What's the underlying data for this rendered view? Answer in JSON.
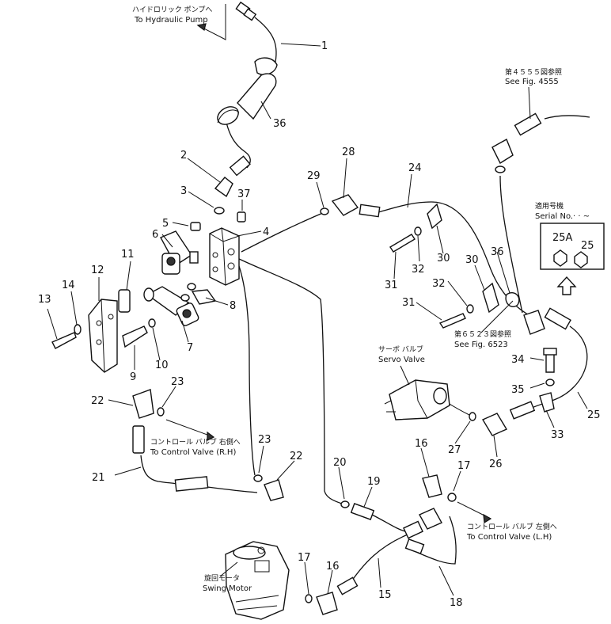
{
  "annotations": {
    "hydraulic_pump_jp": "ハイドロリック ポンプへ",
    "hydraulic_pump_en": "To Hydraulic Pump",
    "fig4555_jp": "第４５５５図参照",
    "fig4555_en": "See Fig. 4555",
    "serial_jp": "適用号機",
    "serial_en": "Serial No.",
    "fig6523_jp": "第６５２３図参照",
    "fig6523_en": "See Fig. 6523",
    "servo_valve_jp": "サーボ バルブ",
    "servo_valve_en": "Servo Valve",
    "control_rh_jp": "コントロール バルブ 右側へ",
    "control_rh_en": "To Control Valve (R.H)",
    "control_lh_jp": "コントロール バルブ 左側へ",
    "control_lh_en": "To Control Valve (L.H)",
    "swing_motor_jp": "旋回モータ",
    "swing_motor_en": "Swing Motor"
  },
  "callouts": {
    "c1": "1",
    "c2": "2",
    "c3": "3",
    "c4": "4",
    "c5": "5",
    "c6": "6",
    "c7": "7",
    "c8": "8",
    "c9": "9",
    "c10": "10",
    "c11": "11",
    "c12": "12",
    "c13": "13",
    "c14": "14",
    "c15": "15",
    "c16a": "16",
    "c16b": "16",
    "c17a": "17",
    "c17b": "17",
    "c18": "18",
    "c19": "19",
    "c20": "20",
    "c21": "21",
    "c22a": "22",
    "c22b": "22",
    "c23a": "23",
    "c23b": "23",
    "c24": "24",
    "c25": "25",
    "c25a": "25A",
    "c25inset": "25",
    "c26": "26",
    "c27": "27",
    "c28": "28",
    "c29": "29",
    "c30a": "30",
    "c30b": "30",
    "c31a": "31",
    "c31b": "31",
    "c32a": "32",
    "c32b": "32",
    "c33": "33",
    "c34": "34",
    "c35": "35",
    "c36a": "36",
    "c36b": "36",
    "c37": "37"
  }
}
